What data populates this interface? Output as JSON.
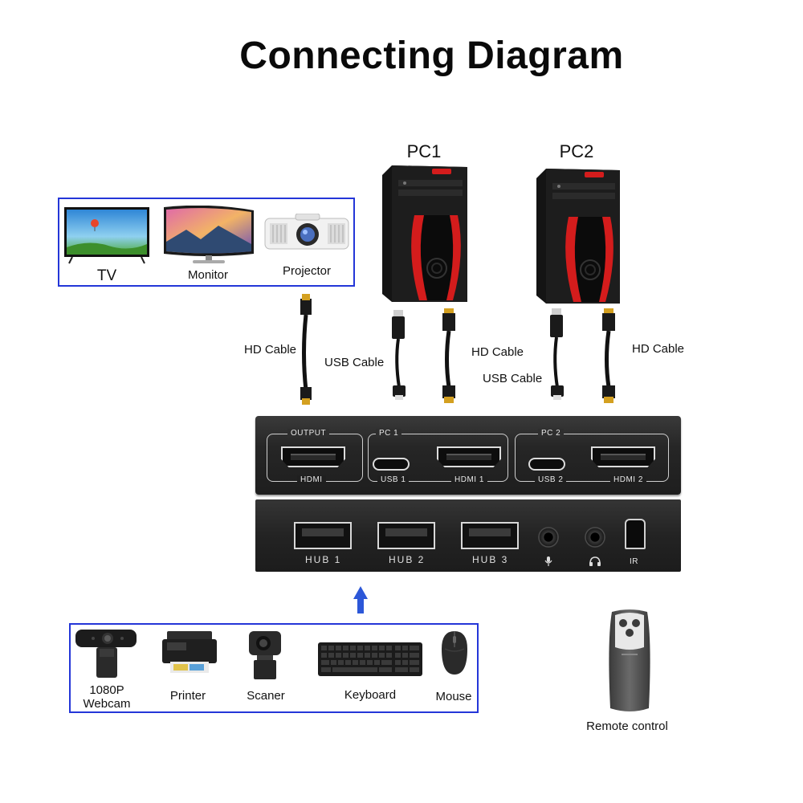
{
  "title": "Connecting Diagram",
  "pcs": [
    {
      "label": "PC1"
    },
    {
      "label": "PC2"
    }
  ],
  "display_devices": [
    {
      "label": "TV",
      "icon": "tv-icon"
    },
    {
      "label": "Monitor",
      "icon": "monitor-icon"
    },
    {
      "label": "Projector",
      "icon": "projector-icon"
    }
  ],
  "cable_labels": {
    "output_hd": "HD Cable",
    "pc1_usb": "USB  Cable",
    "pc1_hd": "HD Cable",
    "pc2_usb": "USB  Cable",
    "pc2_hd": "HD Cable"
  },
  "kvm_front": {
    "output_group": "OUTPUT",
    "output_port": "HDMI",
    "pc1_group": "PC 1",
    "pc1_usb": "USB 1",
    "pc1_hdmi": "HDMI 1",
    "pc2_group": "PC 2",
    "pc2_usb": "USB 2",
    "pc2_hdmi": "HDMI 2"
  },
  "kvm_back": {
    "hub1": "HUB 1",
    "hub2": "HUB 2",
    "hub3": "HUB 3",
    "ir": "IR"
  },
  "peripherals": [
    {
      "label_line1": "1080P",
      "label_line2": "Webcam",
      "icon": "webcam-icon"
    },
    {
      "label_line1": "Printer",
      "icon": "printer-icon"
    },
    {
      "label_line1": "Scaner",
      "icon": "scanner-icon"
    },
    {
      "label_line1": "Keyboard",
      "icon": "keyboard-icon"
    },
    {
      "label_line1": "Mouse",
      "icon": "mouse-icon"
    }
  ],
  "remote": {
    "label": "Remote control",
    "icon": "remote-control-icon"
  },
  "colors": {
    "box_border": "#2436d8",
    "arrow": "#2c57d8",
    "pc_accent": "#d41c1c"
  }
}
